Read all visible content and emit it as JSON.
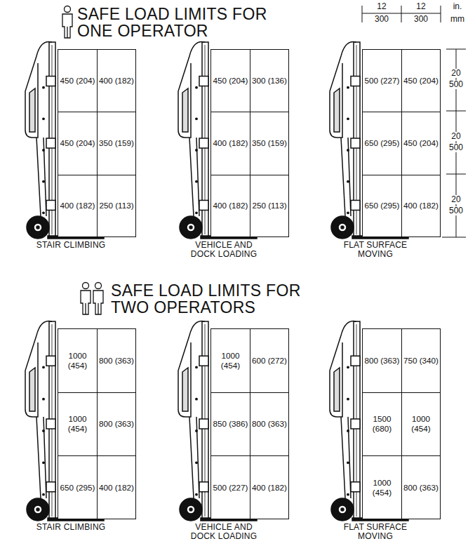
{
  "diagram": {
    "nodes": [
      {
        "text": [
          "STAIR CLIMBING"
        ]
      },
      {
        "text": [
          "450 (204)"
        ],
        "in": 0
      },
      {
        "text": [
          "400 (182)"
        ],
        "in": 0
      },
      {
        "text": [
          "450 (204)"
        ],
        "in": 0
      },
      {
        "text": [
          "350 (159)"
        ],
        "in": 0
      },
      {
        "text": [
          "400 (182)"
        ],
        "in": 0
      },
      {
        "text": [
          "250 (113)"
        ],
        "in": 0
      },
      {
        "text": [
          "VEHICLE AND DOCK LOADING"
        ]
      },
      {
        "text": [
          "450 (204)"
        ],
        "in": 7
      },
      {
        "text": [
          "300 (136)"
        ],
        "in": 7
      },
      {
        "text": [
          "400 (182)"
        ],
        "in": 7
      },
      {
        "text": [
          "350 (159)"
        ],
        "in": 7
      },
      {
        "text": [
          "400 (182)"
        ],
        "in": 7
      },
      {
        "text": [
          "250 (113)"
        ],
        "in": 7
      },
      {
        "text": [
          "FLAT SURFACE MOVING"
        ]
      },
      {
        "text": [
          "500 (227)"
        ],
        "in": 14
      },
      {
        "text": [
          "450 (204)"
        ],
        "in": 14
      },
      {
        "text": [
          "650 (295)"
        ],
        "in": 14
      },
      {
        "text": [
          "450 (204)"
        ],
        "in": 14
      },
      {
        "text": [
          "650 (295)"
        ],
        "in": 14
      },
      {
        "text": [
          "400 (182)"
        ],
        "in": 14
      },
      {
        "text": [
          "STAIR CLIMBING"
        ]
      },
      {
        "text": [
          "1000 (454)"
        ],
        "in": 21
      },
      {
        "text": [
          "800 (363)"
        ],
        "in": 21
      },
      {
        "text": [
          "1000 (454)"
        ],
        "in": 21
      },
      {
        "text": [
          "800 (363)"
        ],
        "in": 21
      },
      {
        "text": [
          "650 (295)"
        ],
        "in": 21
      },
      {
        "text": [
          "400 (182)"
        ],
        "in": 21
      },
      {
        "text": [
          "VEHICLE AND DOCK LOADING"
        ]
      },
      {
        "text": [
          "1000 (454)"
        ],
        "in": 28
      },
      {
        "text": [
          "600 (272)"
        ],
        "in": 28
      },
      {
        "text": [
          "850 (386)"
        ],
        "in": 28
      },
      {
        "text": [
          "800 (363)"
        ],
        "in": 28
      },
      {
        "text": [
          "500 (227)"
        ],
        "in": 28
      },
      {
        "text": [
          "400 (182)"
        ],
        "in": 28
      },
      {
        "text": [
          "FLAT SURFACE MOVING"
        ]
      },
      {
        "text": [
          "800 (363)"
        ],
        "in": 35
      },
      {
        "text": [
          "750 (340)"
        ],
        "in": 35
      },
      {
        "text": [
          "1500 (680)"
        ],
        "in": 35
      },
      {
        "text": [
          "1000 (454)"
        ],
        "in": 35
      },
      {
        "text": [
          "1000 (454)"
        ],
        "in": 35
      },
      {
        "text": [
          "800 (363)"
        ],
        "in": 35
      }
    ],
    "labels": [
      "SAFE LOAD LIMITS FOR ONE OPERATOR",
      "12",
      "300",
      "12",
      "300",
      "in.",
      "mm",
      "20",
      "500",
      "20",
      "500",
      "20",
      "500",
      "SAFE LOAD LIMITS FOR TWO OPERATORS"
    ]
  }
}
